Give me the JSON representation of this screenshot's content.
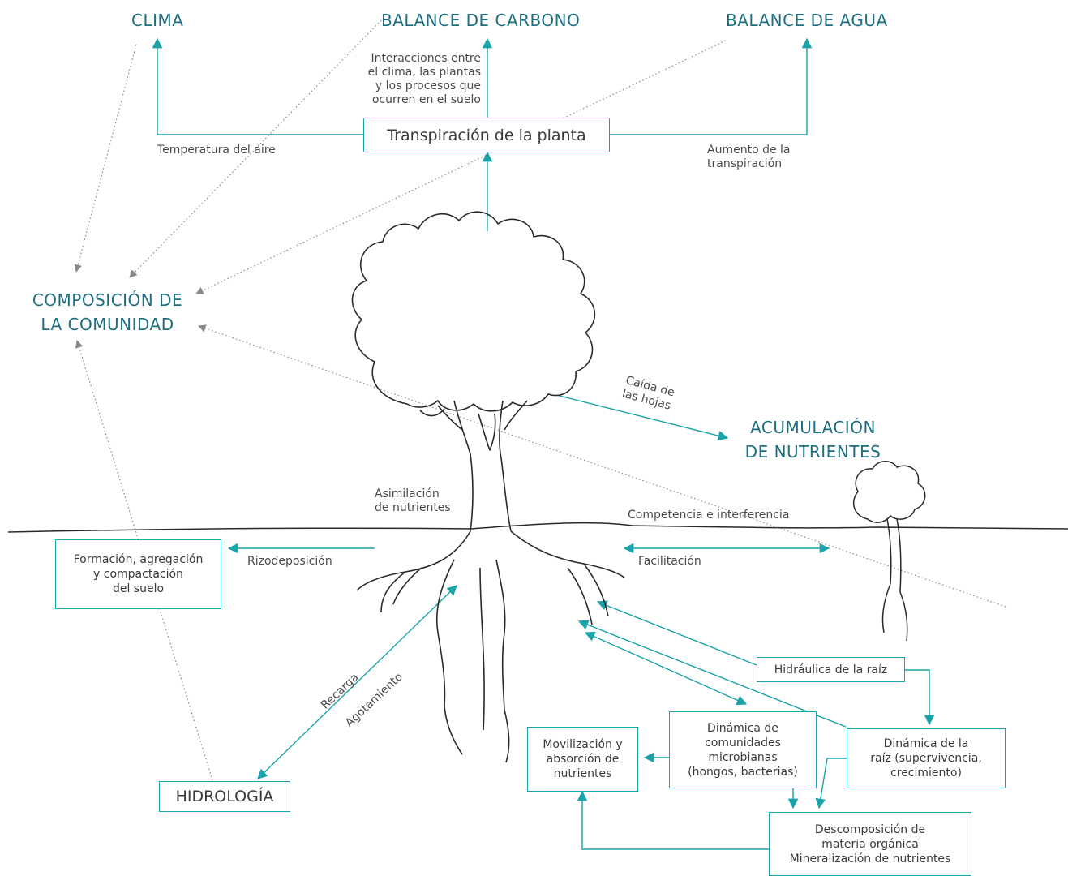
{
  "headers": {
    "clima": "CLIMA",
    "balance_carbono": "BALANCE DE CARBONO",
    "balance_agua": "BALANCE DE AGUA",
    "composicion": "COMPOSICIÓN DE\nLA COMUNIDAD",
    "acumulacion": "ACUMULACIÓN\nDE NUTRIENTES"
  },
  "boxes": {
    "transpiracion": "Transpiración de la planta",
    "formacion": "Formación, agregación\ny compactación\ndel suelo",
    "hidrologia": "HIDROLOGÍA",
    "hidraulica": "Hidráulica de la raíz",
    "dinamica_raiz": "Dinámica de la\nraíz (supervivencia,\ncrecimiento)",
    "dinamica_comunidades": "Dinámica de\ncomunidades\nmicrobianas\n(hongos, bacterias)",
    "movilizacion": "Movilización y\nabsorción de\nnutrientes",
    "descomposicion": "Descomposición de\nmateria orgánica\nMineralización de nutrientes"
  },
  "labels": {
    "interacciones": "Interacciones entre\nel clima, las plantas\ny los procesos que\nocurren en el suelo",
    "temperatura": "Temperatura del aire",
    "aumento": "Aumento de la\ntranspiración",
    "caida": "Caída de\nlas hojas",
    "asimilacion": "Asimilación\nde nutrientes",
    "competencia": "Competencia e interferencia",
    "rizodeposicion": "Rizodeposición",
    "facilitacion": "Facilitación",
    "recarga": "Recarga",
    "agotamiento": "Agotamiento"
  },
  "colors": {
    "teal": "#1aa3a8",
    "header": "#1d6f80",
    "dotted": "#888888",
    "ink": "#2a2a2a"
  }
}
